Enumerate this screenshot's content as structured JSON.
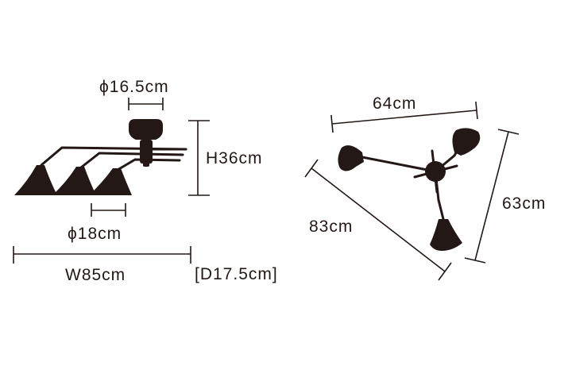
{
  "dimensions": {
    "canopy_diameter": "ϕ16.5cm",
    "height": "H36cm",
    "shade_diameter": "ϕ18cm",
    "width": "W85cm",
    "depth": "[D17.5cm]",
    "top_span": "64cm",
    "right_span": "63cm",
    "diagonal_span": "83cm"
  },
  "colors": {
    "ink": "#231815",
    "background": "#ffffff"
  }
}
